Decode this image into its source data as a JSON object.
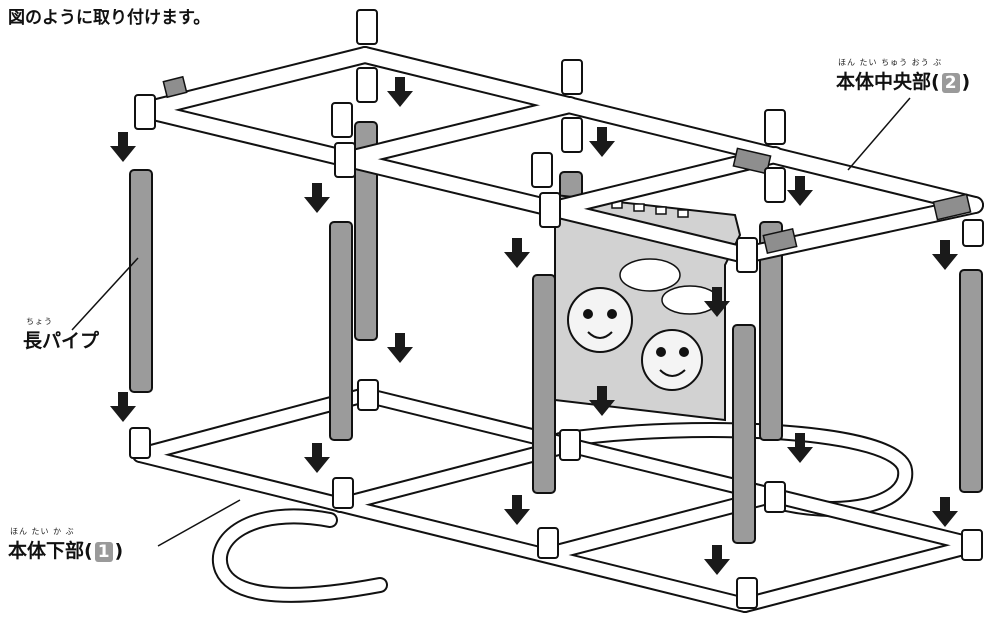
{
  "instruction": "図のように取り付けます。",
  "labels": {
    "top_frame": {
      "ruby": "ほん たい ちゅう おう ぶ",
      "prefix": "本体中央部(",
      "number": "2",
      "suffix": ")"
    },
    "long_pipe": {
      "ruby": "ちょう",
      "text": "長パイプ"
    },
    "bottom_frame": {
      "ruby": "ほん たい か ぶ",
      "prefix": "本体下部(",
      "number": "1",
      "suffix": ")"
    }
  },
  "colors": {
    "pipe_fill": "#ffffff",
    "outline": "#111111",
    "long_pipe": "#9b9b9b",
    "joint": "#d9d9d9",
    "arrow": "#1a1a1a",
    "panel": "#cfcfcf"
  }
}
